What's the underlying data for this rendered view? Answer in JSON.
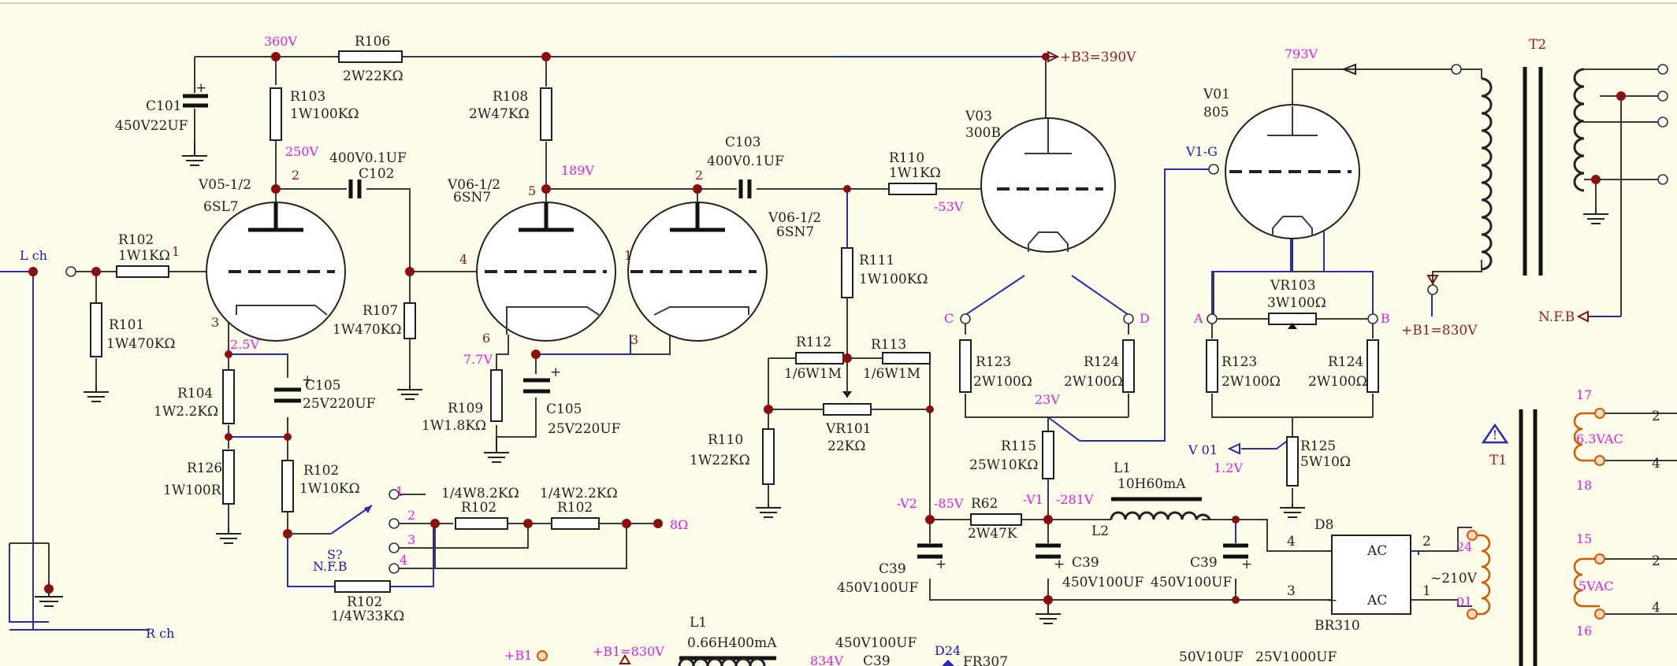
{
  "inputs": {
    "left": "L ch",
    "right": "R ch"
  },
  "tubes": {
    "v05": {
      "ref": "V05-1/2",
      "type": "6SL7"
    },
    "v06a": {
      "ref": "V06-1/2",
      "type": "6SN7"
    },
    "v06b": {
      "ref": "V06-1/2",
      "type": "6SN7"
    },
    "v03": {
      "ref": "V03",
      "type": "300B"
    },
    "v01": {
      "ref": "V01",
      "type": "805"
    }
  },
  "resistors": {
    "r102_in": {
      "ref": "R102",
      "value": "1W1KΩ"
    },
    "r101": {
      "ref": "R101",
      "value": "1W470KΩ"
    },
    "r103": {
      "ref": "R103",
      "value": "1W100KΩ"
    },
    "r106": {
      "ref": "R106",
      "value": "2W22KΩ"
    },
    "r104": {
      "ref": "R104",
      "value": "1W2.2KΩ"
    },
    "r126": {
      "ref": "R126",
      "value": "1W100R"
    },
    "r102_fb": {
      "ref": "R102",
      "value": "1W10KΩ"
    },
    "r107": {
      "ref": "R107",
      "value": "1W470KΩ"
    },
    "r108": {
      "ref": "R108",
      "value": "2W47KΩ"
    },
    "r109": {
      "ref": "R109",
      "value": "1W1.8KΩ"
    },
    "r111": {
      "ref": "R111",
      "value": "1W100KΩ"
    },
    "r110_grid": {
      "ref": "R110",
      "value": "1W1KΩ"
    },
    "r112": {
      "ref": "R112",
      "value": "1/6W1M"
    },
    "r113": {
      "ref": "R113",
      "value": "1/6W1M"
    },
    "r110_bias": {
      "ref": "R110",
      "value": "1W22KΩ"
    },
    "r123a": {
      "ref": "R123",
      "value": "2W100Ω"
    },
    "r124a": {
      "ref": "R124",
      "value": "2W100Ω"
    },
    "r115": {
      "ref": "R115",
      "value": "25W10KΩ"
    },
    "r62": {
      "ref": "R62",
      "value": "2W47K"
    },
    "r123b": {
      "ref": "R123",
      "value": "2W100Ω"
    },
    "r124b": {
      "ref": "R124",
      "value": "2W100Ω"
    },
    "r125": {
      "ref": "R125",
      "value": "5W10Ω"
    },
    "r102_a": {
      "ref": "R102",
      "value": "1/4W8.2KΩ"
    },
    "r102_b": {
      "ref": "R102",
      "value": "1/4W2.2KΩ"
    },
    "r102_c": {
      "ref": "R102",
      "value": "1/4W33KΩ"
    }
  },
  "pots": {
    "vr101": {
      "ref": "VR101",
      "value": "22KΩ"
    },
    "vr103": {
      "ref": "VR103",
      "value": "3W100Ω"
    }
  },
  "capacitors": {
    "c101": {
      "ref": "C101",
      "value": "450V22UF"
    },
    "c102": {
      "ref": "C102",
      "value": "400V0.1UF"
    },
    "c103": {
      "ref": "C103",
      "value": "400V0.1UF"
    },
    "c105a": {
      "ref": "C105",
      "value": "25V220UF"
    },
    "c105b": {
      "ref": "C105",
      "value": "25V220UF"
    },
    "c39a": {
      "ref": "C39",
      "value": "450V100UF"
    },
    "c39b": {
      "ref": "C39",
      "value": "450V100UF"
    },
    "c39c": {
      "ref": "C39",
      "value": "450V100UF"
    }
  },
  "inductors": {
    "l1": {
      "ref": "L1",
      "value": "10H60mA"
    },
    "l2": {
      "ref": "L2"
    },
    "l1_bottom": {
      "ref": "L1",
      "value": "0.66H400mA"
    }
  },
  "voltages": {
    "v360": "360V",
    "v250": "250V",
    "v189": "189V",
    "v2_5": "2.5V",
    "v7_7": "7.7V",
    "v_53": "-53V",
    "v793": "793V",
    "v23": "23V",
    "v_85": "-85V",
    "v_281": "-281V",
    "v1_2": "1.2V"
  },
  "rails": {
    "b3": "+B3=390V",
    "b1": "+B1=830V",
    "v2": "-V2",
    "v1": "-V1",
    "v1g": "V1-G",
    "v01": "V 01",
    "nfb": "N.F.B"
  },
  "pins": {
    "v05_plate": "2",
    "v05_grid": "1",
    "v05_cathode": "3",
    "v06a_plate": "5",
    "v06a_grid": "4",
    "v06a_cathode": "6",
    "v06b_plate": "2",
    "v06b_grid": "1",
    "v06b_cathode": "3",
    "v03_c": "C",
    "v03_d": "D",
    "v01_a": "A",
    "v01_b": "B"
  },
  "switch": {
    "ref": "S?",
    "name": "N.F.B",
    "positions": [
      "1",
      "2",
      "3",
      "4"
    ],
    "output": "8Ω"
  },
  "transformers": {
    "t2": "T2",
    "t1": "T1",
    "t1_pins": [
      "17",
      "18",
      "15",
      "16",
      "24",
      "01",
      "2",
      "4",
      "2",
      "4",
      "1",
      "2"
    ],
    "t1_6v3": "6.3VAC",
    "t1_5v": "5VAC",
    "t1_210": "~210V"
  },
  "rectifier": {
    "ref": "D8",
    "type": "BR310",
    "ac1": "AC",
    "ac2": "AC",
    "minus": "-",
    "plus": "+",
    "pin4": "4",
    "pin3": "3",
    "pin2": "2",
    "pin1": "1"
  },
  "bottom": {
    "b1a": "+B1",
    "b1b": "+B1=830V",
    "v834": "834V",
    "c39_ref": "C39",
    "cap_450": "450V100UF",
    "d24": "D24",
    "fr307": "FR307",
    "c50v": "50V10UF",
    "c25v": "25V1000UF"
  },
  "colors": {
    "background": "#fdfce9",
    "wire": "#3a3a3a",
    "signal": "#2a2ab8",
    "node": "#8a1010",
    "voltage": "#e020e0",
    "pin": "#8a1414",
    "coil_out": "#d45a00"
  }
}
